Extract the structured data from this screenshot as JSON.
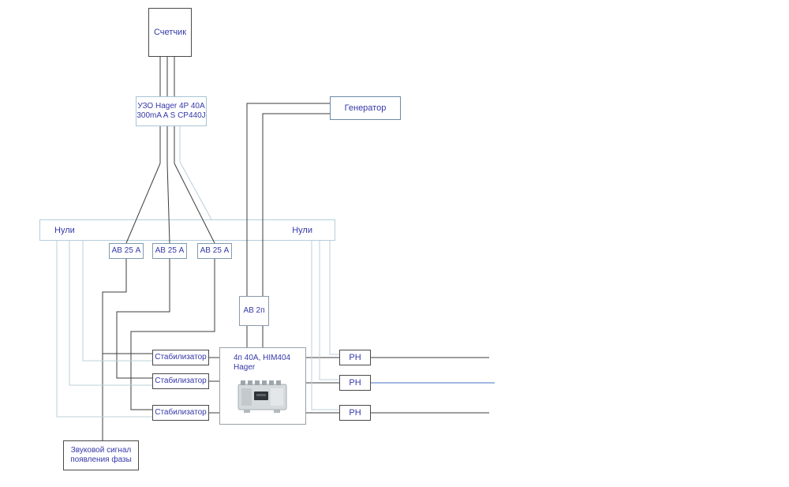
{
  "diagram": {
    "meter": {
      "label": "Счетчик"
    },
    "rcd": {
      "line1": "УЗО Hager 4P 40A",
      "line2": "300mA A S CP440J"
    },
    "generator": {
      "label": "Генератор"
    },
    "neutral_bus": {
      "label_left": "Нули",
      "label_right": "Нули"
    },
    "breakers": [
      "АВ 25 А",
      "АВ 25 А",
      "АВ 25 А"
    ],
    "generator_breaker": {
      "label": "АВ 2п"
    },
    "changeover_switch": {
      "line1": "4п 40A, HIM404",
      "line2": "Hager"
    },
    "stabilizers": [
      "Стабилизатор",
      "Стабилизатор",
      "Стабилизатор"
    ],
    "voltage_relays": [
      "РН",
      "РН",
      "РН"
    ],
    "sound_signal": {
      "line1": "Звуковой сигнал",
      "line2": "появления фазы"
    },
    "colors": {
      "wire": "#3c3c3c",
      "neutral_wire": "#bcd0da",
      "blue_wire": "#4472c4",
      "text": "#3538a8"
    }
  }
}
